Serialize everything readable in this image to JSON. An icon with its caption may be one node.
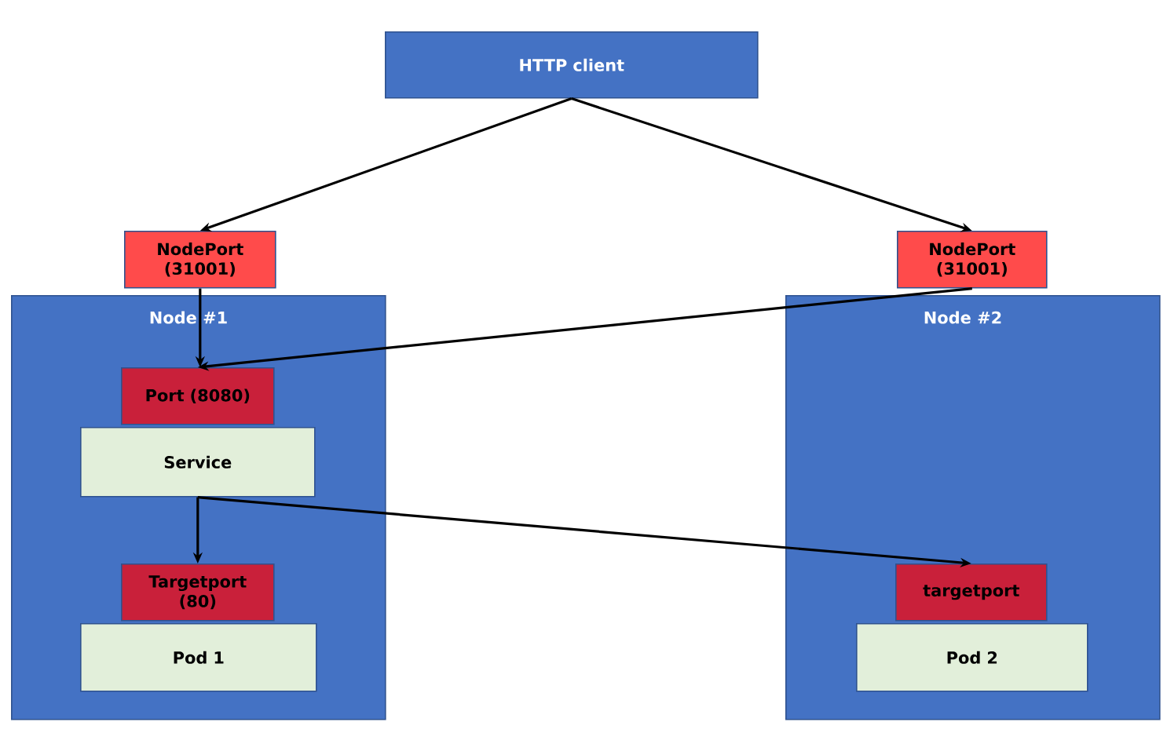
{
  "diagram": {
    "nodes": [
      {
        "text": [
          "HTTP client"
        ]
      },
      {
        "text": [
          "NodePort (31001)"
        ]
      },
      {
        "text": [
          "NodePort (31001)"
        ]
      },
      {
        "text": [
          "Node #1"
        ]
      },
      {
        "text": [
          "Port (8080)"
        ],
        "in": 3
      },
      {
        "text": [
          "Service"
        ],
        "in": 3
      },
      {
        "text": [
          "Targetport (80)"
        ],
        "in": 3
      },
      {
        "text": [
          "Pod 1"
        ],
        "in": 3
      },
      {
        "text": [
          "Node #2"
        ]
      },
      {
        "text": [
          "targetport"
        ],
        "in": 8
      },
      {
        "text": [
          "Pod 2"
        ],
        "in": 8
      }
    ],
    "edges": [
      {
        "from": 0,
        "to": 1,
        "arrow": "to"
      },
      {
        "from": 0,
        "to": 2,
        "arrow": "to"
      },
      {
        "from": 1,
        "to": 4,
        "arrow": "to"
      },
      {
        "from": 2,
        "to": 4,
        "arrow": "to"
      },
      {
        "from": 5,
        "to": 6,
        "arrow": "to"
      },
      {
        "from": 5,
        "to": 9,
        "arrow": "to"
      }
    ]
  }
}
